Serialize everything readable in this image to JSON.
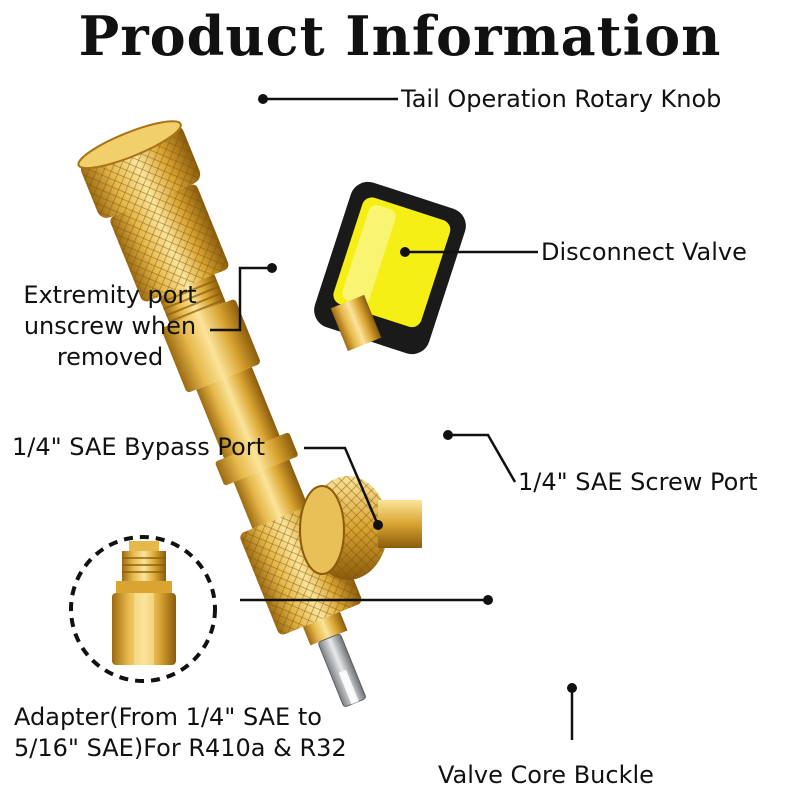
{
  "title": "Product Information",
  "labels": {
    "tail_knob": "Tail Operation Rotary Knob",
    "disconnect_valve": "Disconnect Valve",
    "extremity_port_line1": "Extremity port",
    "extremity_port_line2": "unscrew when",
    "extremity_port_line3": "removed",
    "bypass_port": "1/4\" SAE Bypass Port",
    "screw_port": "1/4\" SAE Screw Port",
    "adapter_line1": "Adapter(From 1/4\" SAE to",
    "adapter_line2": "5/16\" SAE)For R410a & R32",
    "valve_core_buckle": "Valve Core Buckle"
  },
  "colors": {
    "brass_light": "#f3d27a",
    "brass_mid": "#d9a431",
    "brass_dark": "#9c6a12",
    "valve_yellow": "#f5ef16",
    "valve_black": "#1a1a1a",
    "steel": "#b9bcc0",
    "line": "#111111"
  }
}
